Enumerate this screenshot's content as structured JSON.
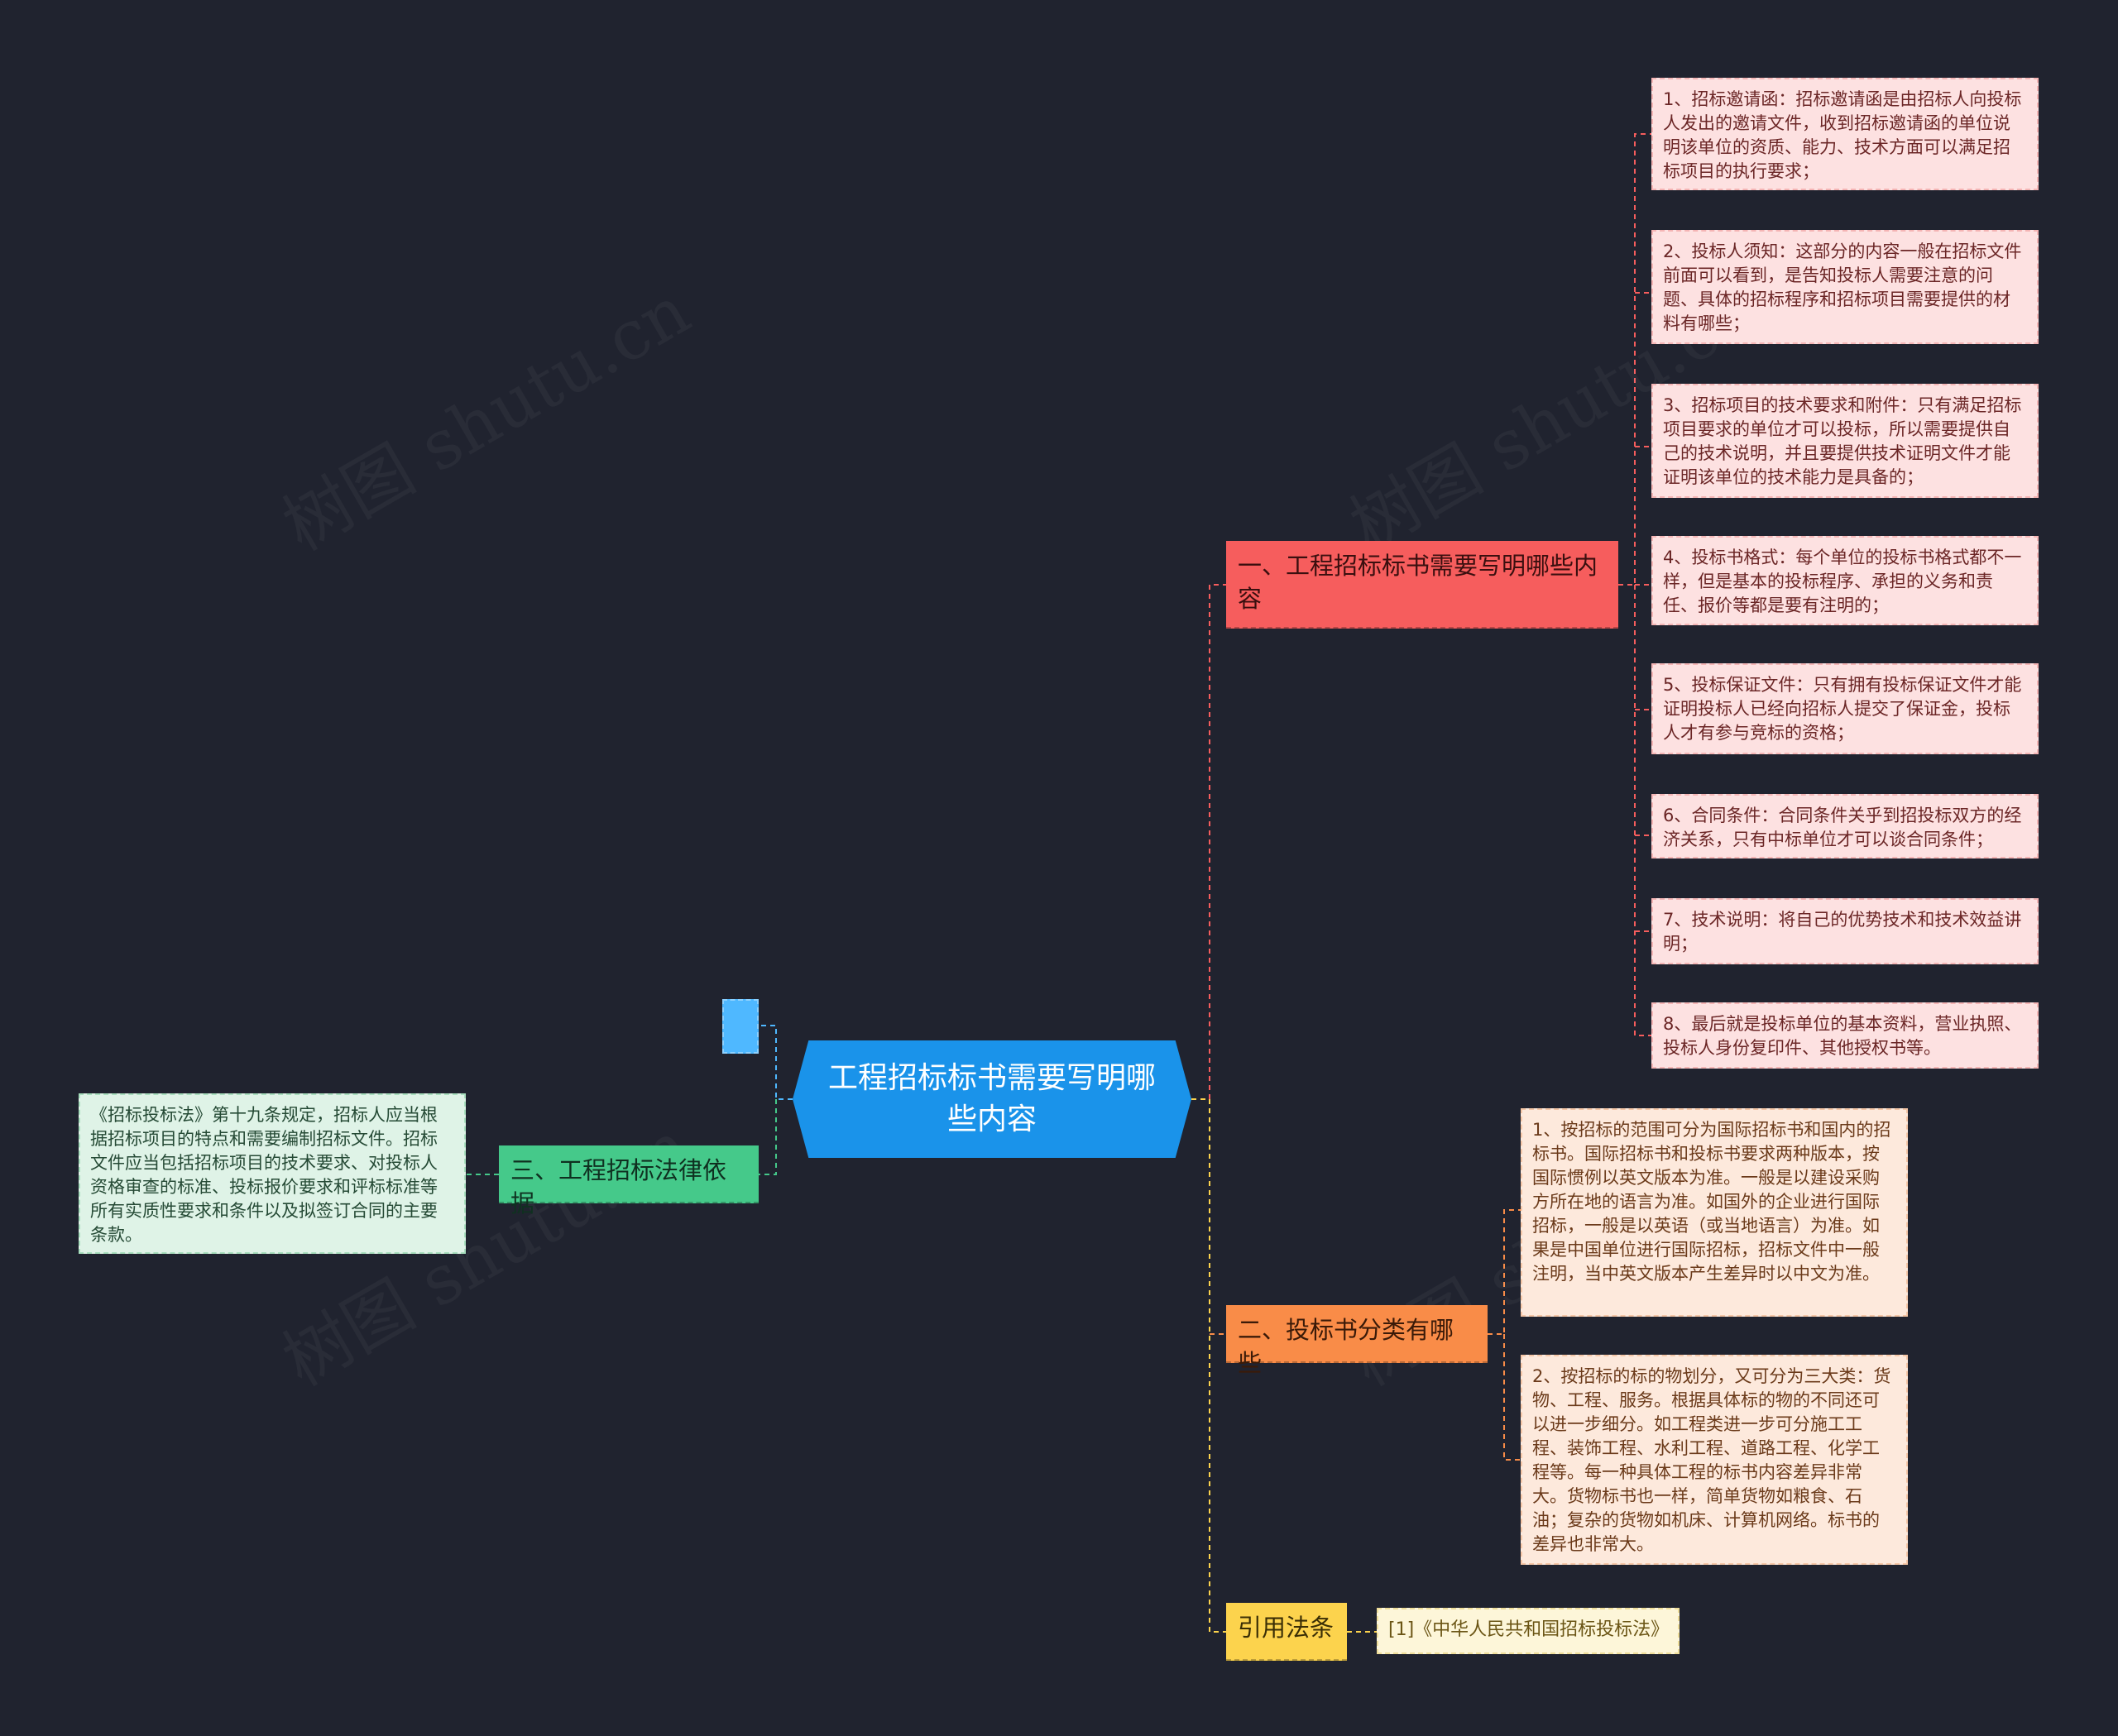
{
  "central": "工程招标标书需要写明哪些内容",
  "branch1": {
    "title": "一、工程招标标书需要写明哪些内容",
    "items": [
      "1、招标邀请函：招标邀请函是由招标人向投标人发出的邀请文件，收到招标邀请函的单位说明该单位的资质、能力、技术方面可以满足招标项目的执行要求；",
      "2、投标人须知：这部分的内容一般在招标文件前面可以看到，是告知投标人需要注意的问题、具体的招标程序和招标项目需要提供的材料有哪些；",
      "3、招标项目的技术要求和附件：只有满足招标项目要求的单位才可以投标，所以需要提供自己的技术说明，并且要提供技术证明文件才能证明该单位的技术能力是具备的；",
      "4、投标书格式：每个单位的投标书格式都不一样，但是基本的投标程序、承担的义务和责任、报价等都是要有注明的；",
      "5、投标保证文件：只有拥有投标保证文件才能证明投标人已经向招标人提交了保证金，投标人才有参与竞标的资格；",
      "6、合同条件：合同条件关乎到招投标双方的经济关系，只有中标单位才可以谈合同条件；",
      "7、技术说明：将自己的优势技术和技术效益讲明；",
      "8、最后就是投标单位的基本资料，营业执照、投标人身份复印件、其他授权书等。"
    ]
  },
  "branch2": {
    "title": "二、投标书分类有哪些",
    "items": [
      "1、按招标的范围可分为国际招标书和国内的招标书。国际招标书和投标书要求两种版本，按国际惯例以英文版本为准。一般是以建设采购方所在地的语言为准。如国外的企业进行国际招标，一般是以英语（或当地语言）为准。如果是中国单位进行国际招标，招标文件中一般注明，当中英文版本产生差异时以中文为准。",
      "2、按招标的标的物划分，又可分为三大类：货物、工程、服务。根据具体标的物的不同还可以进一步细分。如工程类进一步可分施工工程、装饰工程、水利工程、道路工程、化学工程等。每一种具体工程的标书内容差异非常大。货物标书也一样，简单货物如粮食、石油；复杂的货物如机床、计算机网络。标书的差异也非常大。"
    ]
  },
  "branch3": {
    "title": "三、工程招标法律依据",
    "items": [
      "《招标投标法》第十九条规定，招标人应当根据招标项目的特点和需要编制招标文件。招标文件应当包括招标项目的技术要求、对投标人资格审查的标准、投标报价要求和评标标准等所有实质性要求和条件以及拟签订合同的主要条款。"
    ]
  },
  "branch4": {
    "title": "引用法条",
    "items": [
      "[1]《中华人民共和国招标投标法》"
    ]
  },
  "watermark": "树图 shutu.cn",
  "colors": {
    "background": "#20232f",
    "central": "#1a93ea",
    "branch1": "#f65d5d",
    "branch2": "#f98c48",
    "branch3": "#45c98a",
    "branch4": "#fcd34d"
  }
}
